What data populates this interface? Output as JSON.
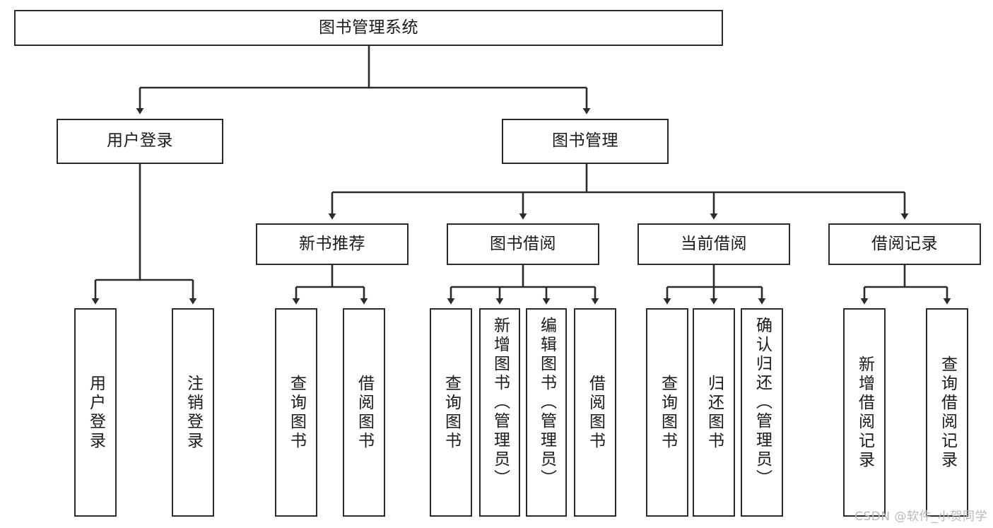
{
  "diagram": {
    "title": "图书管理系统",
    "type": "tree-hierarchy-diagram",
    "colors": {
      "node_border": "#2b2b2b",
      "node_fill": "#ffffff",
      "edge": "#2b2b2b",
      "text": "#1a1a1a",
      "watermark": "#b9b9b9",
      "background": "#ffffff"
    }
  },
  "root": {
    "label": "图书管理系统"
  },
  "level2": [
    {
      "id": "user-login",
      "label": "用户登录"
    },
    {
      "id": "book-management",
      "label": "图书管理"
    }
  ],
  "level3": [
    {
      "id": "new-book-recommend",
      "label": "新书推荐"
    },
    {
      "id": "book-borrow",
      "label": "图书借阅"
    },
    {
      "id": "current-borrow",
      "label": "当前借阅"
    },
    {
      "id": "borrow-record",
      "label": "借阅记录"
    }
  ],
  "leaves": {
    "user_login": [
      {
        "id": "leaf-user-login",
        "label": "用户登录"
      },
      {
        "id": "leaf-logout-login",
        "label": "注销登录"
      }
    ],
    "new_book_recommend": [
      {
        "id": "leaf-query-book-1",
        "label": "查询图书"
      },
      {
        "id": "leaf-borrow-book-1",
        "label": "借阅图书"
      }
    ],
    "book_borrow": [
      {
        "id": "leaf-query-book-2",
        "label": "查询图书"
      },
      {
        "id": "leaf-add-book",
        "label": "新增图书（管理员）"
      },
      {
        "id": "leaf-edit-book",
        "label": "编辑图书（管理员）"
      },
      {
        "id": "leaf-borrow-book-2",
        "label": "借阅图书"
      }
    ],
    "current_borrow": [
      {
        "id": "leaf-query-book-3",
        "label": "查询图书"
      },
      {
        "id": "leaf-return-book",
        "label": "归还图书"
      },
      {
        "id": "leaf-confirm-return",
        "label": "确认归还（管理员）"
      }
    ],
    "borrow_record": [
      {
        "id": "leaf-add-record",
        "label": "新增借阅记录"
      },
      {
        "id": "leaf-query-record",
        "label": "查询借阅记录"
      }
    ]
  },
  "watermark": {
    "text": "CSDN @软件_小贺同学"
  }
}
